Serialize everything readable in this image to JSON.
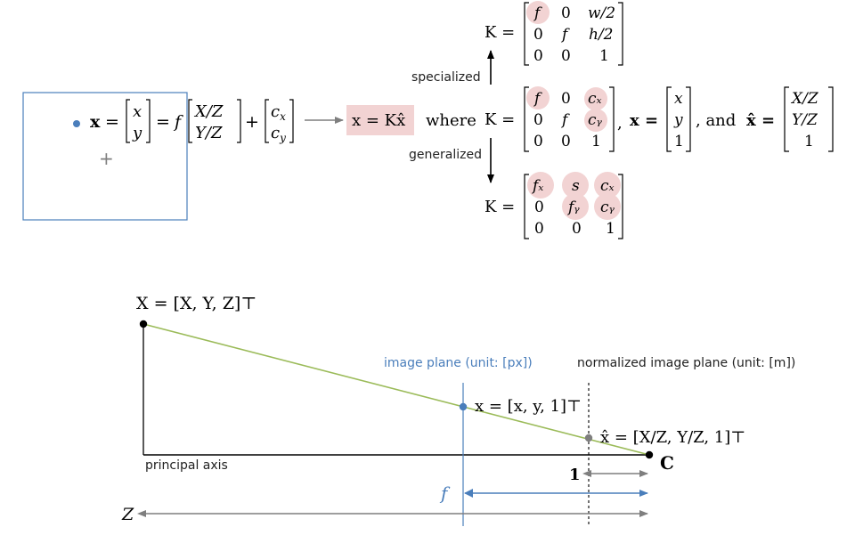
{
  "colors": {
    "blue": "#4a7ebb",
    "green": "#9bbb59",
    "gray": "#7f7f7f",
    "pink": "#f2d3d3",
    "text": "#222222"
  },
  "top": {
    "projection": {
      "x_bold": "x",
      "eq": "=",
      "vec_x": "x",
      "vec_y": "y",
      "f": "f",
      "xz": "X/Z",
      "yz": "Y/Z",
      "plus": "+",
      "cx": "c",
      "cx_sub": "x",
      "cy": "c",
      "cy_sub": "y",
      "plus_marker": "+"
    },
    "box_label": "x = Kx̂",
    "where": "where",
    "K_label": "K =",
    "comma1": ",",
    "x_eq": "x =",
    "and_text": ", and",
    "xhat_eq": "x̂ =",
    "specialized": "specialized",
    "generalized": "generalized",
    "matrices": {
      "specialized": [
        [
          "f",
          "0",
          "w/2"
        ],
        [
          "0",
          "f",
          "h/2"
        ],
        [
          "0",
          "0",
          "1"
        ]
      ],
      "middle": [
        [
          "f",
          "0",
          "cₓ"
        ],
        [
          "0",
          "f",
          "cᵧ"
        ],
        [
          "0",
          "0",
          "1"
        ]
      ],
      "generalized": [
        [
          "fₓ",
          "s",
          "cₓ"
        ],
        [
          "0",
          "fᵧ",
          "cᵧ"
        ],
        [
          "0",
          "0",
          "1"
        ]
      ],
      "x_vec": [
        "x",
        "y",
        "1"
      ],
      "xhat_vec": [
        "X/Z",
        "Y/Z",
        "1"
      ]
    }
  },
  "bottom": {
    "point_X": "X = [X, Y, Z]⊤",
    "image_plane": "image plane (unit: [px])",
    "norm_plane": "normalized image plane (unit: [m])",
    "point_x": "x = [x, y, 1]⊤",
    "point_xhat": "x̂ = [X/Z, Y/Z, 1]⊤",
    "principal_axis": "principal axis",
    "C": "C",
    "one": "1",
    "f": "f",
    "Z": "Z"
  }
}
